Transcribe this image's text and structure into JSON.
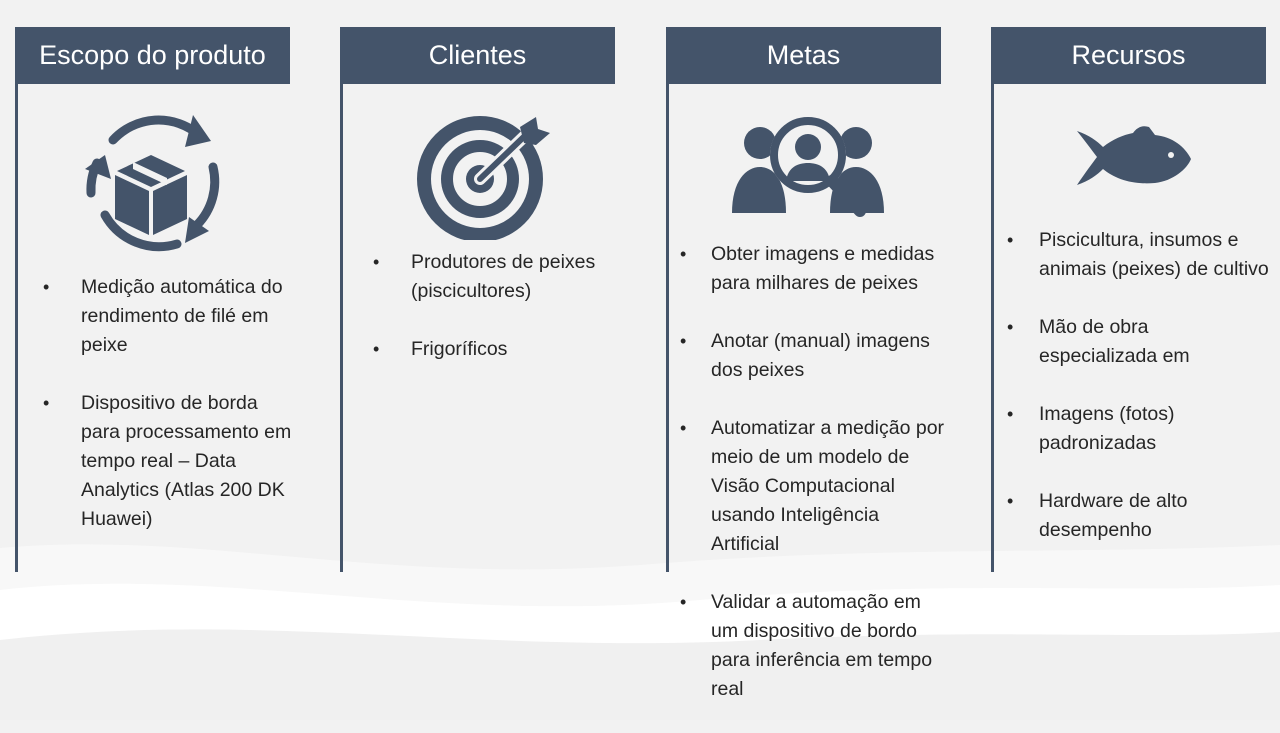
{
  "colors": {
    "header_bg": "#44546a",
    "icon": "#44546a",
    "header_text": "#ffffff",
    "text": "#262626",
    "background": "#f2f2f2"
  },
  "columns": [
    {
      "title": "Escopo do produto",
      "icon": "box-cycle-icon",
      "items": [
        "Medição automática do rendimento de filé em peixe",
        "Dispositivo de borda para processamento em tempo real – Data Analytics   (Atlas 200 DK Huawei)"
      ]
    },
    {
      "title": "Clientes",
      "icon": "target-icon",
      "items": [
        "Produtores de peixes (piscicultores)",
        " Frigoríficos"
      ]
    },
    {
      "title": "Metas",
      "icon": "user-search-icon",
      "items": [
        "Obter imagens e medidas para milhares de peixes",
        "Anotar (manual) imagens dos peixes",
        "Automatizar a medição por meio de um modelo de Visão Computacional usando Inteligência Artificial",
        "Validar a automação em um dispositivo de bordo para inferência em tempo real"
      ]
    },
    {
      "title": "Recursos",
      "icon": "fish-icon",
      "items": [
        " Piscicultura, insumos e animais (peixes) de cultivo",
        "Mão de obra especializada em",
        "Imagens (fotos) padronizadas",
        "Hardware de alto desempenho"
      ]
    }
  ]
}
